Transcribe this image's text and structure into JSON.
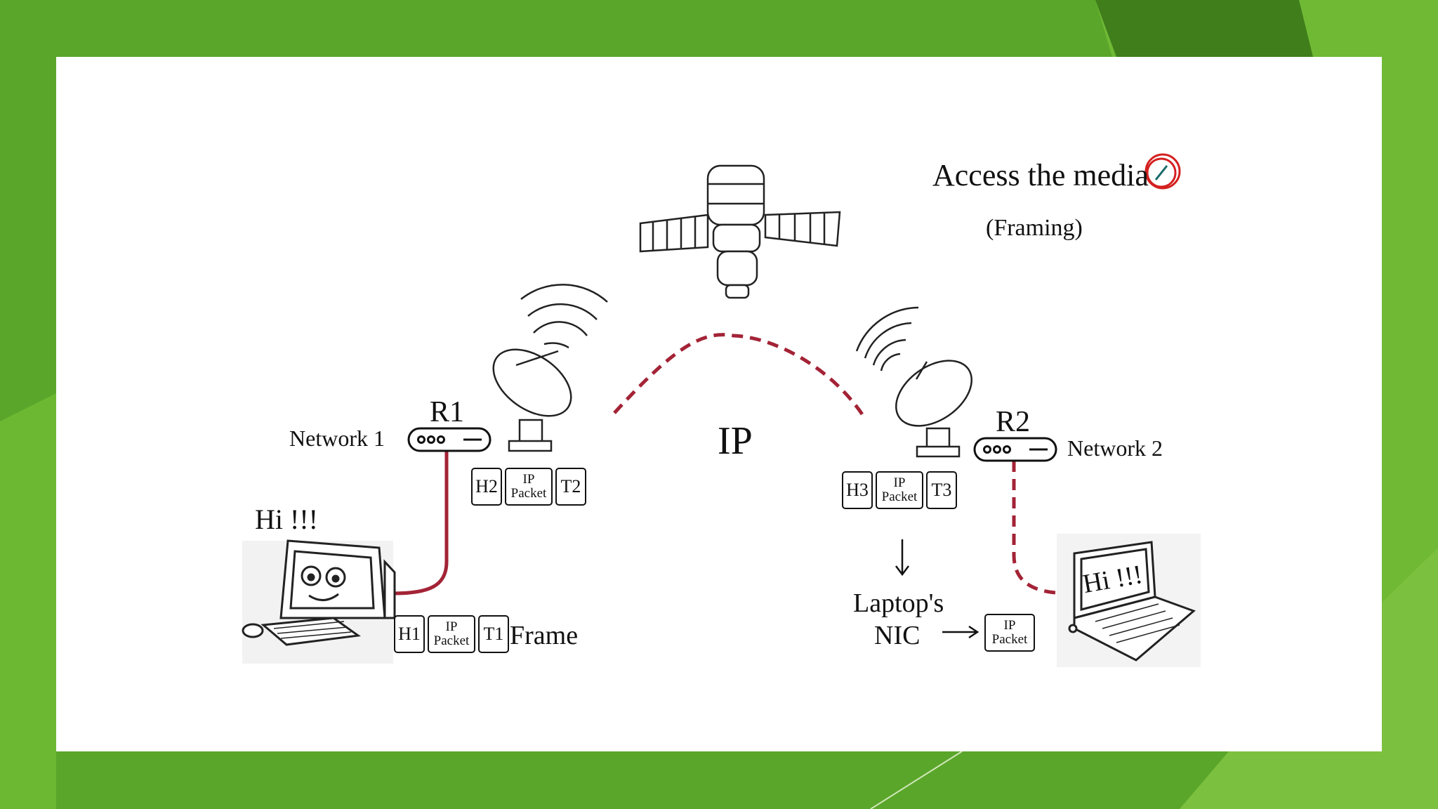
{
  "colors": {
    "background_green": "#5aa62a",
    "link_red": "#a32336",
    "ink": "#111111"
  },
  "diagram": {
    "title": "Access the media",
    "subtitle": "(Framing)",
    "protocol_label": "IP",
    "router1": {
      "name": "R1",
      "network": "Network 1"
    },
    "router2": {
      "name": "R2",
      "network": "Network 2"
    },
    "desktop_message": "Hi !!!",
    "laptop_message": "Hi !!!",
    "frame_label": "Frame",
    "nic_label_line1": "Laptop's",
    "nic_label_line2": "NIC",
    "packet_label_line1": "IP",
    "packet_label_line2": "Packet",
    "frames": [
      {
        "header": "H1",
        "trailer": "T1"
      },
      {
        "header": "H2",
        "trailer": "T2"
      },
      {
        "header": "H3",
        "trailer": "T3"
      }
    ],
    "icons": [
      "satellite-icon",
      "dish-antenna-icon",
      "router-icon",
      "desktop-computer-icon",
      "laptop-icon",
      "arrow-icon",
      "highlight-circle-icon"
    ]
  }
}
